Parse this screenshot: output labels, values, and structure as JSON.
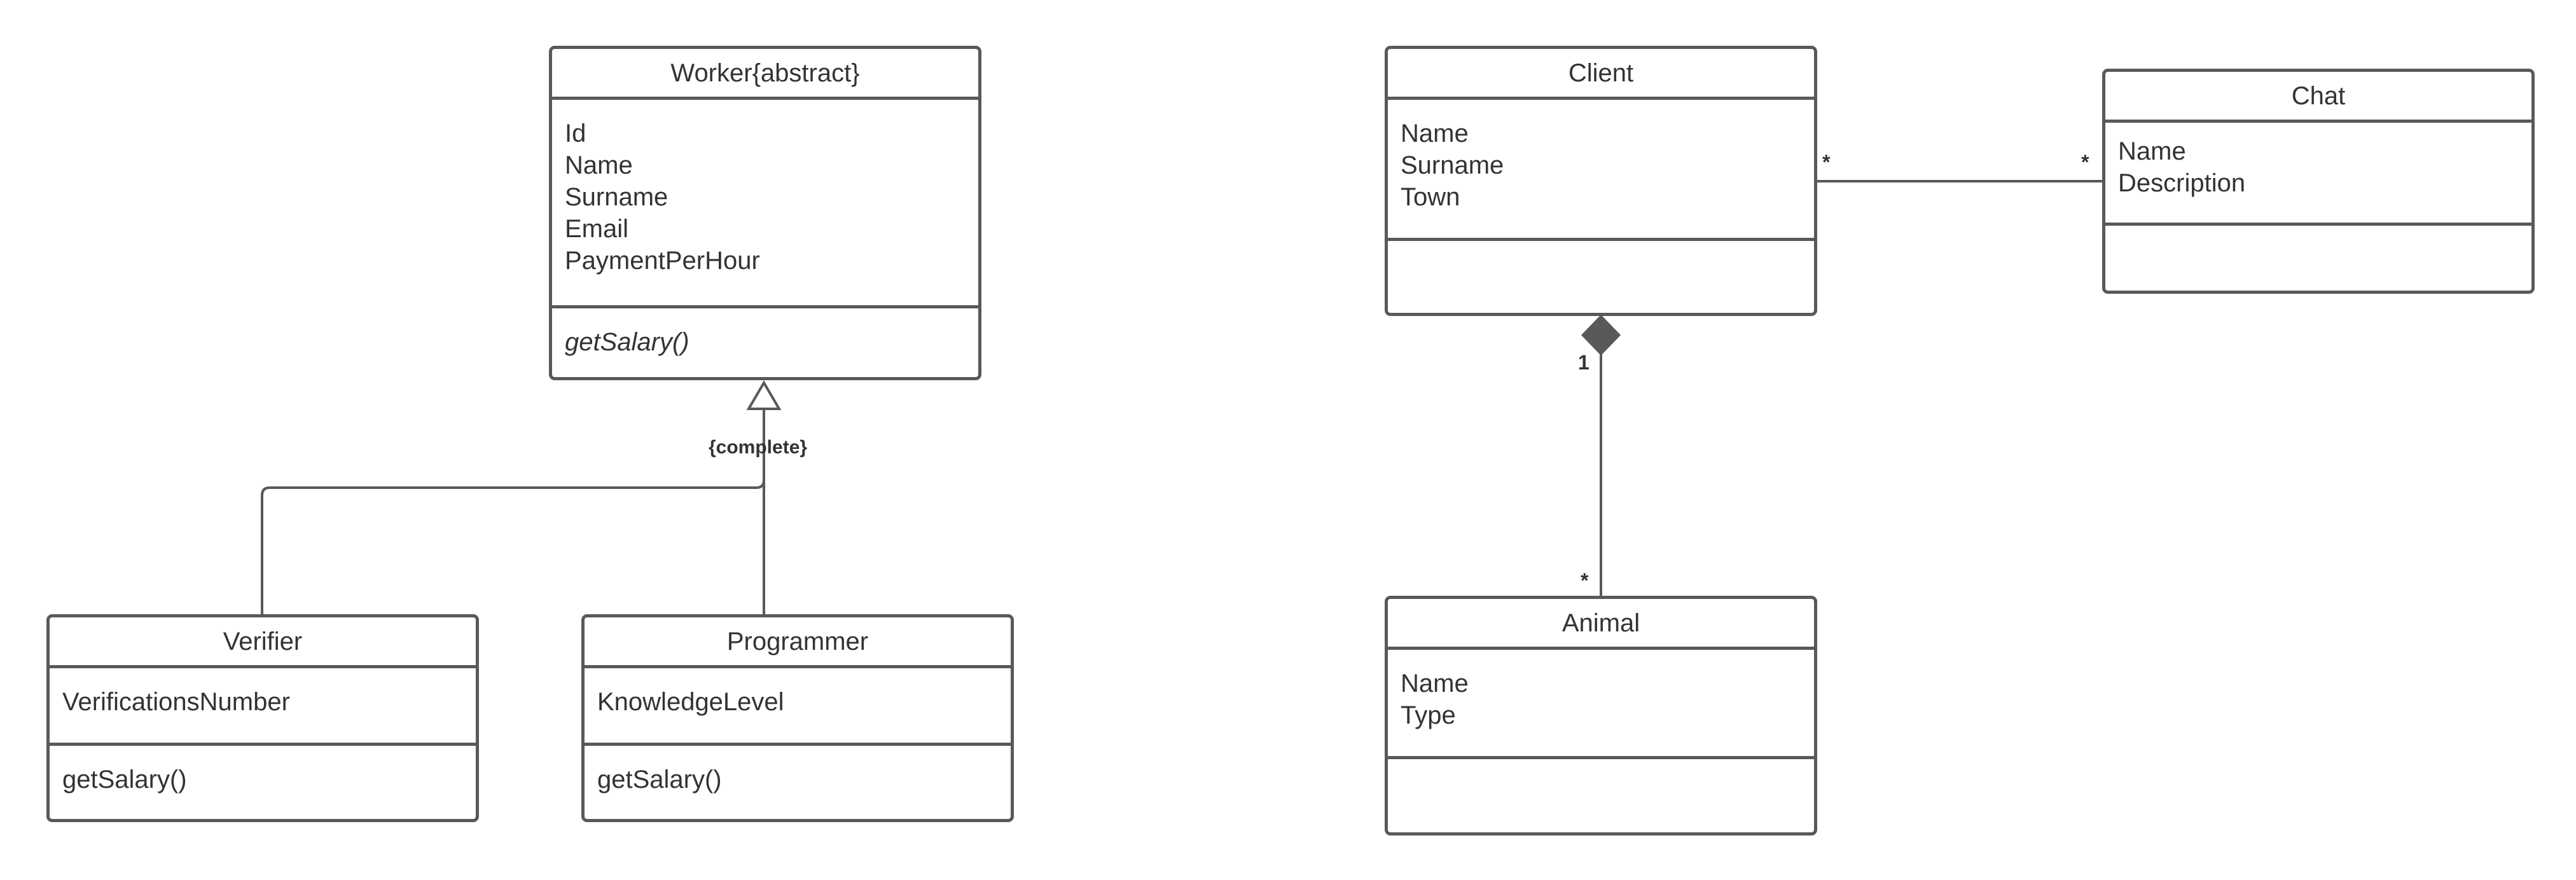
{
  "diagram": {
    "classes": {
      "worker": {
        "name": "Worker{abstract}",
        "attributes": [
          "Id",
          "Name",
          "Surname",
          "Email",
          "PaymentPerHour"
        ],
        "operations": [
          "getSalary()"
        ]
      },
      "verifier": {
        "name": "Verifier",
        "attributes": [
          "VerificationsNumber"
        ],
        "operations": [
          "getSalary()"
        ]
      },
      "programmer": {
        "name": "Programmer",
        "attributes": [
          "KnowledgeLevel"
        ],
        "operations": [
          "getSalary()"
        ]
      },
      "client": {
        "name": "Client",
        "attributes": [
          "Name",
          "Surname",
          "Town"
        ],
        "operations": []
      },
      "chat": {
        "name": "Chat",
        "attributes": [
          "Name",
          "Description"
        ],
        "operations": []
      },
      "animal": {
        "name": "Animal",
        "attributes": [
          "Name",
          "Type"
        ],
        "operations": []
      }
    },
    "relations": {
      "generalization": {
        "constraint": "{complete}"
      },
      "client_chat": {
        "client_multiplicity": "*",
        "chat_multiplicity": "*"
      },
      "client_animal": {
        "client_multiplicity": "1",
        "animal_multiplicity": "*"
      }
    }
  }
}
